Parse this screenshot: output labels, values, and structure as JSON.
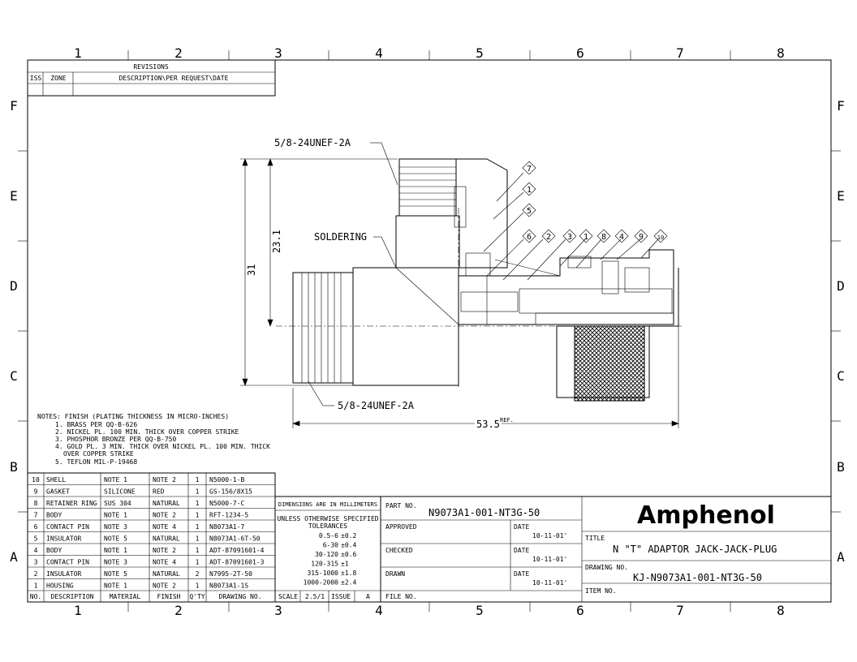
{
  "border": {
    "columns": [
      "1",
      "2",
      "3",
      "4",
      "5",
      "6",
      "7",
      "8"
    ],
    "rows": [
      "F",
      "E",
      "D",
      "C",
      "B",
      "A"
    ]
  },
  "revisions": {
    "title": "REVISIONS",
    "headers": [
      "ISS",
      "ZONE",
      "DESCRIPTION\\PER REQUEST\\DATE"
    ]
  },
  "drawing": {
    "callouts": [
      "7",
      "1",
      "5",
      "6",
      "2",
      "3",
      "1",
      "8",
      "4",
      "9",
      "10"
    ],
    "thread_top": "5/8-24UNEF-2A",
    "thread_bottom": "5/8-24UNEF-2A",
    "soldering": "SOLDERING",
    "dim_31": "31",
    "dim_23": "23.1",
    "dim_53": "53.5",
    "dim_ref": "REF."
  },
  "notes": [
    "NOTES: FINISH (PLATING THICKNESS IN MICRO-INCHES)",
    "1. BRASS PER QQ-B-626",
    "2. NICKEL PL. 100 MIN. THICK OVER COPPER STRIKE",
    "3. PHOSPHOR BRONZE PER QQ-B-750",
    "4. GOLD PL. 3 MIN. THICK OVER NICKEL PL. 100 MIN. THICK",
    "OVER COPPER STRIKE",
    "5. TEFLON MIL-P-19468"
  ],
  "bom": {
    "headers": [
      "NO.",
      "DESCRIPTION",
      "MATERIAL",
      "FINISH",
      "Q'TY",
      "DRAWING NO."
    ],
    "rows": [
      [
        "10",
        "SHELL",
        "NOTE 1",
        "NOTE 2",
        "1",
        "N5000-1-B"
      ],
      [
        "9",
        "GASKET",
        "SILICONE",
        "RED",
        "1",
        "GS-156/8X15"
      ],
      [
        "8",
        "RETAINER RING",
        "SUS 304",
        "NATURAL",
        "1",
        "N5000-7-C"
      ],
      [
        "7",
        "BODY",
        "NOTE 1",
        "NOTE 2",
        "1",
        "RFT-1234-5"
      ],
      [
        "6",
        "CONTACT PIN",
        "NOTE 3",
        "NOTE 4",
        "1",
        "N8073A1-7"
      ],
      [
        "5",
        "INSULATOR",
        "NOTE 5",
        "NATURAL",
        "1",
        "N8073A1-6T-50"
      ],
      [
        "4",
        "BODY",
        "NOTE 1",
        "NOTE 2",
        "1",
        "ADT-87091601-4"
      ],
      [
        "3",
        "CONTACT PIN",
        "NOTE 3",
        "NOTE 4",
        "1",
        "ADT-87091601-3"
      ],
      [
        "2",
        "INSULATOR",
        "NOTE 5",
        "NATURAL",
        "2",
        "N7995-2T-50"
      ],
      [
        "1",
        "HOUSING",
        "NOTE 1",
        "NOTE 2",
        "1",
        "N8073A1-1S"
      ]
    ]
  },
  "tolerances": {
    "header": "DIMENSIONS ARE IN MILLIMETERS",
    "sub1": "UNLESS OTHERWISE SPECIFIED",
    "sub2": "TOLERANCES",
    "rows": [
      [
        "0.5-6",
        "±0.2"
      ],
      [
        "6-30",
        "±0.4"
      ],
      [
        "30-120",
        "±0.6"
      ],
      [
        "120-315",
        "±1"
      ],
      [
        "315-1000",
        "±1.8"
      ],
      [
        "1000-2000",
        "±2.4"
      ]
    ],
    "scale_label": "SCALE",
    "scale": "2.5/1",
    "issue_label": "ISSUE",
    "issue": "A"
  },
  "title_block": {
    "part_no_label": "PART NO.",
    "part_no": "N9073A1-001-NT3G-50",
    "approved_label": "APPROVED",
    "checked_label": "CHECKED",
    "drawn_label": "DRAWN",
    "date_label": "DATE",
    "date": "10-11-01'",
    "file_label": "FILE NO.",
    "company": "Amphenol",
    "title_label": "TITLE",
    "title": "N \"T\" ADAPTOR JACK-JACK-PLUG",
    "drawing_no_label": "DRAWING NO.",
    "drawing_no": "KJ-N9073A1-001-NT3G-50",
    "item_label": "ITEM NO."
  }
}
